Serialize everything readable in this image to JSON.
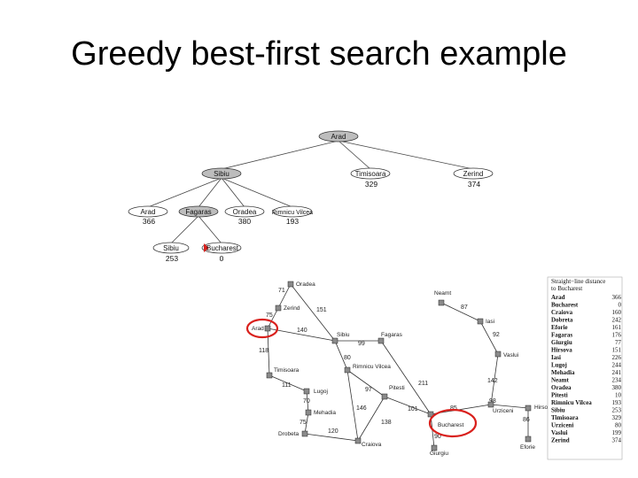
{
  "slide": {
    "title": "Greedy best-first search example"
  },
  "tree": {
    "nodes": [
      {
        "label": "Arad",
        "value": ""
      },
      {
        "label": "Sibiu",
        "value": ""
      },
      {
        "label": "Timisoara",
        "value": "329"
      },
      {
        "label": "Zerind",
        "value": "374"
      },
      {
        "label": "Arad",
        "value": "366"
      },
      {
        "label": "Fagaras",
        "value": ""
      },
      {
        "label": "Oradea",
        "value": "380"
      },
      {
        "label": "Rimnicu Vilcea",
        "value": "193"
      },
      {
        "label": "Sibiu",
        "value": "253"
      },
      {
        "label": "Bucharest",
        "value": "0"
      }
    ]
  },
  "map": {
    "cities": [
      "Oradea",
      "Zerind",
      "Arad",
      "Sibiu",
      "Fagaras",
      "Timisoara",
      "Rimnicu Vilcea",
      "Lugoj",
      "Pitesti",
      "Mehadia",
      "Drobeta",
      "Craiova",
      "Bucharest",
      "Giurgiu",
      "Urziceni",
      "Hirsova",
      "Eforie",
      "Vaslui",
      "Iasi",
      "Neamt"
    ],
    "distances": [
      "71",
      "75",
      "151",
      "140",
      "118",
      "99",
      "80",
      "111",
      "97",
      "211",
      "70",
      "146",
      "75",
      "138",
      "101",
      "120",
      "90",
      "85",
      "98",
      "86",
      "142",
      "92",
      "87"
    ]
  },
  "sld_table": {
    "header": [
      "Straight−line distance",
      "to Bucharest"
    ],
    "rows": [
      {
        "city": "Arad",
        "value": "366"
      },
      {
        "city": "Bucharest",
        "value": "0"
      },
      {
        "city": "Craiova",
        "value": "160"
      },
      {
        "city": "Dobreta",
        "value": "242"
      },
      {
        "city": "Eforie",
        "value": "161"
      },
      {
        "city": "Fagaras",
        "value": "176"
      },
      {
        "city": "Giurgiu",
        "value": "77"
      },
      {
        "city": "Hirsova",
        "value": "151"
      },
      {
        "city": "Iasi",
        "value": "226"
      },
      {
        "city": "Lugoj",
        "value": "244"
      },
      {
        "city": "Mehadia",
        "value": "241"
      },
      {
        "city": "Neamt",
        "value": "234"
      },
      {
        "city": "Oradea",
        "value": "380"
      },
      {
        "city": "Pitesti",
        "value": "10"
      },
      {
        "city": "Rimnicu Vilcea",
        "value": "193"
      },
      {
        "city": "Sibiu",
        "value": "253"
      },
      {
        "city": "Timisoara",
        "value": "329"
      },
      {
        "city": "Urziceni",
        "value": "80"
      },
      {
        "city": "Vaslui",
        "value": "199"
      },
      {
        "city": "Zerind",
        "value": "374"
      }
    ]
  },
  "colors": {
    "expanded": "#bdbdbd",
    "circle": "#d9201c",
    "goal_marker": "#d9201c"
  }
}
